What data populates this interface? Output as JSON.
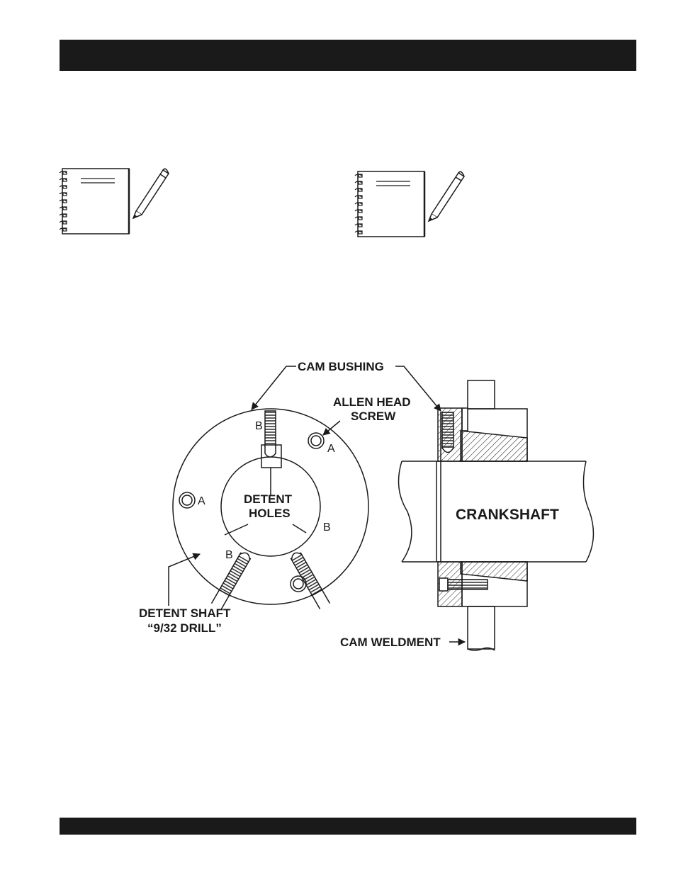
{
  "diagram": {
    "labels": {
      "cam_bushing": "CAM BUSHING",
      "allen_head_line1": "ALLEN HEAD",
      "allen_head_line2": "SCREW",
      "detent_holes_line1": "DETENT",
      "detent_holes_line2": "HOLES",
      "crankshaft": "CRANKSHAFT",
      "detent_shaft_line1": "DETENT SHAFT",
      "detent_shaft_line2": "“9/32 DRILL”",
      "cam_weldment": "CAM WELDMENT",
      "hole_a_1": "A",
      "hole_a_2": "A",
      "hole_b_top": "B",
      "hole_b_right": "B",
      "hole_b_bottom": "B"
    }
  },
  "icons": [
    "notebook-pencil-icon",
    "notebook-pencil-icon"
  ],
  "colors": {
    "ink": "#1a1a1a",
    "background": "#ffffff"
  }
}
